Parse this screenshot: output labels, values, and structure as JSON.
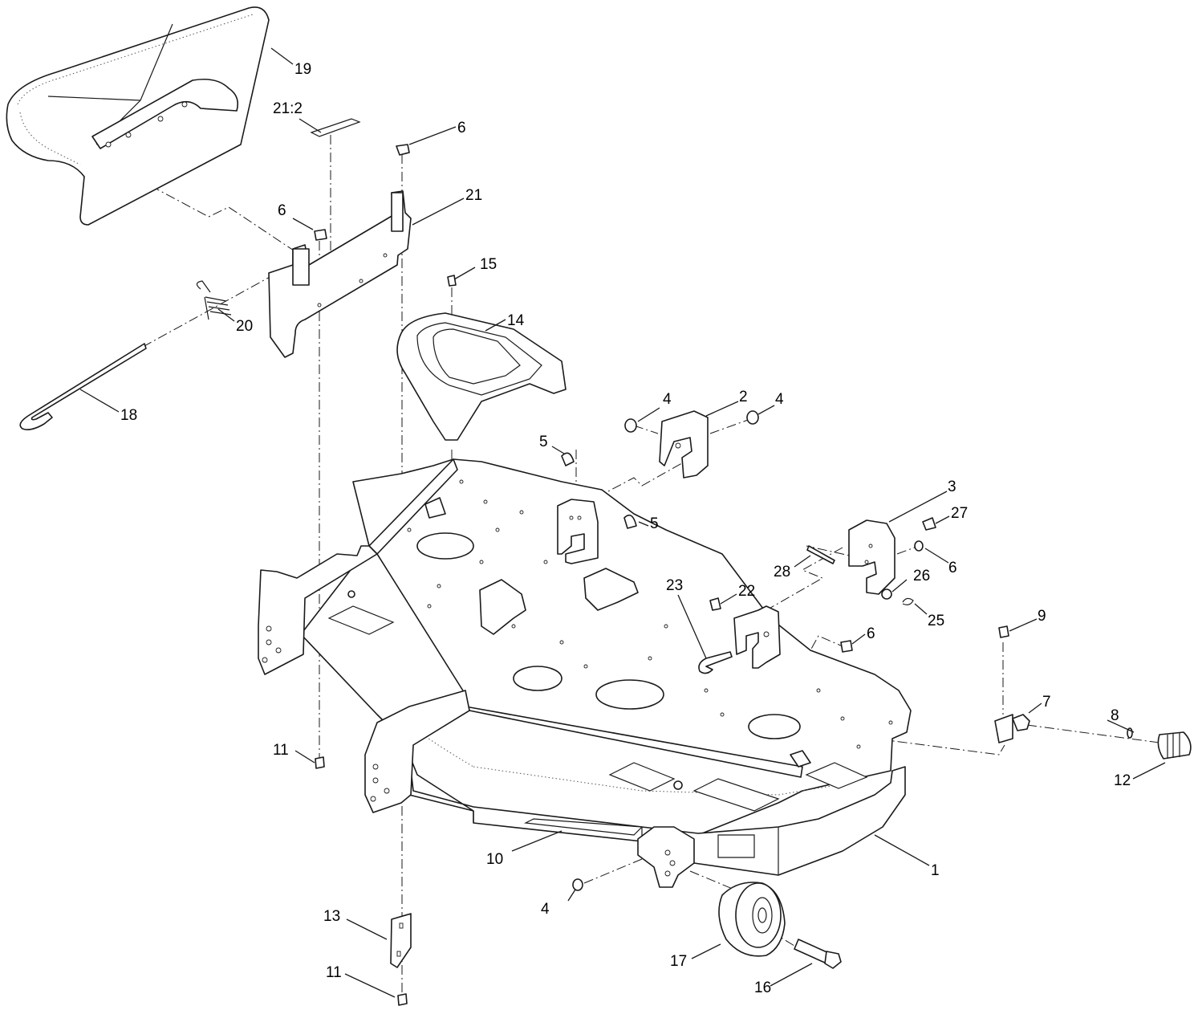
{
  "callouts": [
    {
      "id": "c1",
      "text": "1"
    },
    {
      "id": "c2",
      "text": "2"
    },
    {
      "id": "c3",
      "text": "3"
    },
    {
      "id": "c4a",
      "text": "4"
    },
    {
      "id": "c4b",
      "text": "4"
    },
    {
      "id": "c4c",
      "text": "4"
    },
    {
      "id": "c5a",
      "text": "5"
    },
    {
      "id": "c5b",
      "text": "5"
    },
    {
      "id": "c6a",
      "text": "6"
    },
    {
      "id": "c6b",
      "text": "6"
    },
    {
      "id": "c6c",
      "text": "6"
    },
    {
      "id": "c6d",
      "text": "6"
    },
    {
      "id": "c7",
      "text": "7"
    },
    {
      "id": "c8",
      "text": "8"
    },
    {
      "id": "c9",
      "text": "9"
    },
    {
      "id": "c10",
      "text": "10"
    },
    {
      "id": "c11a",
      "text": "11"
    },
    {
      "id": "c11b",
      "text": "11"
    },
    {
      "id": "c12",
      "text": "12"
    },
    {
      "id": "c13",
      "text": "13"
    },
    {
      "id": "c14",
      "text": "14"
    },
    {
      "id": "c15",
      "text": "15"
    },
    {
      "id": "c16",
      "text": "16"
    },
    {
      "id": "c17",
      "text": "17"
    },
    {
      "id": "c18",
      "text": "18"
    },
    {
      "id": "c19",
      "text": "19"
    },
    {
      "id": "c20",
      "text": "20"
    },
    {
      "id": "c21",
      "text": "21"
    },
    {
      "id": "c21b",
      "text": "21:2"
    },
    {
      "id": "c22",
      "text": "22"
    },
    {
      "id": "c23",
      "text": "23"
    },
    {
      "id": "c25",
      "text": "25"
    },
    {
      "id": "c26",
      "text": "26"
    },
    {
      "id": "c27",
      "text": "27"
    },
    {
      "id": "c28",
      "text": "28"
    }
  ]
}
